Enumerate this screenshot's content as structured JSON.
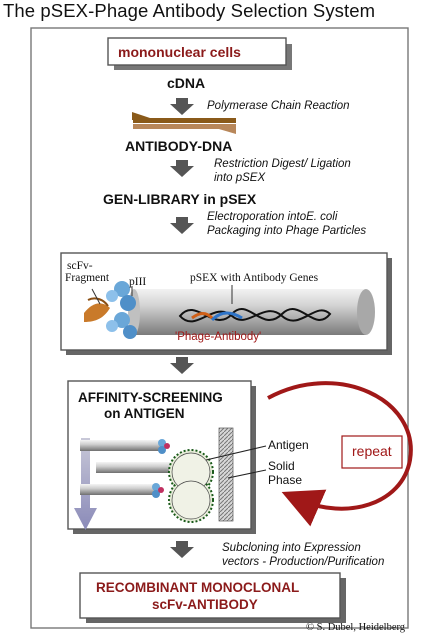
{
  "title": "The pSEX-Phage Antibody Selection System",
  "steps": {
    "mononuclear": "mononuclear cells",
    "cdna": "cDNA",
    "antibody_dna": "ANTIBODY-DNA",
    "gen_library": "GEN-LIBRARY in pSEX"
  },
  "notes": {
    "pcr": "Polymerase Chain Reaction",
    "restriction_1": "Restriction  Digest/ Ligation",
    "restriction_2": "into pSEX",
    "electro_1": "Electroporation intoE. coli",
    "electro_2": "Packaging into Phage Particles",
    "subcloning_1": "Subcloning into Expression",
    "subcloning_2": "vectors - Production/Purification"
  },
  "phage_panel": {
    "scfv_1": "scFv-",
    "scfv_2": "Fragment",
    "piii": "pIII",
    "psex": "pSEX with Antibody Genes",
    "caption": "'Phage-Antibody'"
  },
  "screening": {
    "title_1": "AFFINITY-SCREENING",
    "title_2": "on  ANTIGEN",
    "antigen": "Antigen",
    "solid_1": "Solid",
    "solid_2": "Phase",
    "repeat": "repeat"
  },
  "result": {
    "line1": "RECOMBINANT MONOCLONAL",
    "line2": "scFv-ANTIBODY"
  },
  "credit": "© S. Dubel, Heidelberg",
  "colors": {
    "accent_red": "#8b1a1a",
    "arrow_dark": "#555555",
    "dna_brown": "#8a5a1a",
    "phage_blue": "#6aa7d8",
    "scfv_orange": "#c97a2a"
  }
}
